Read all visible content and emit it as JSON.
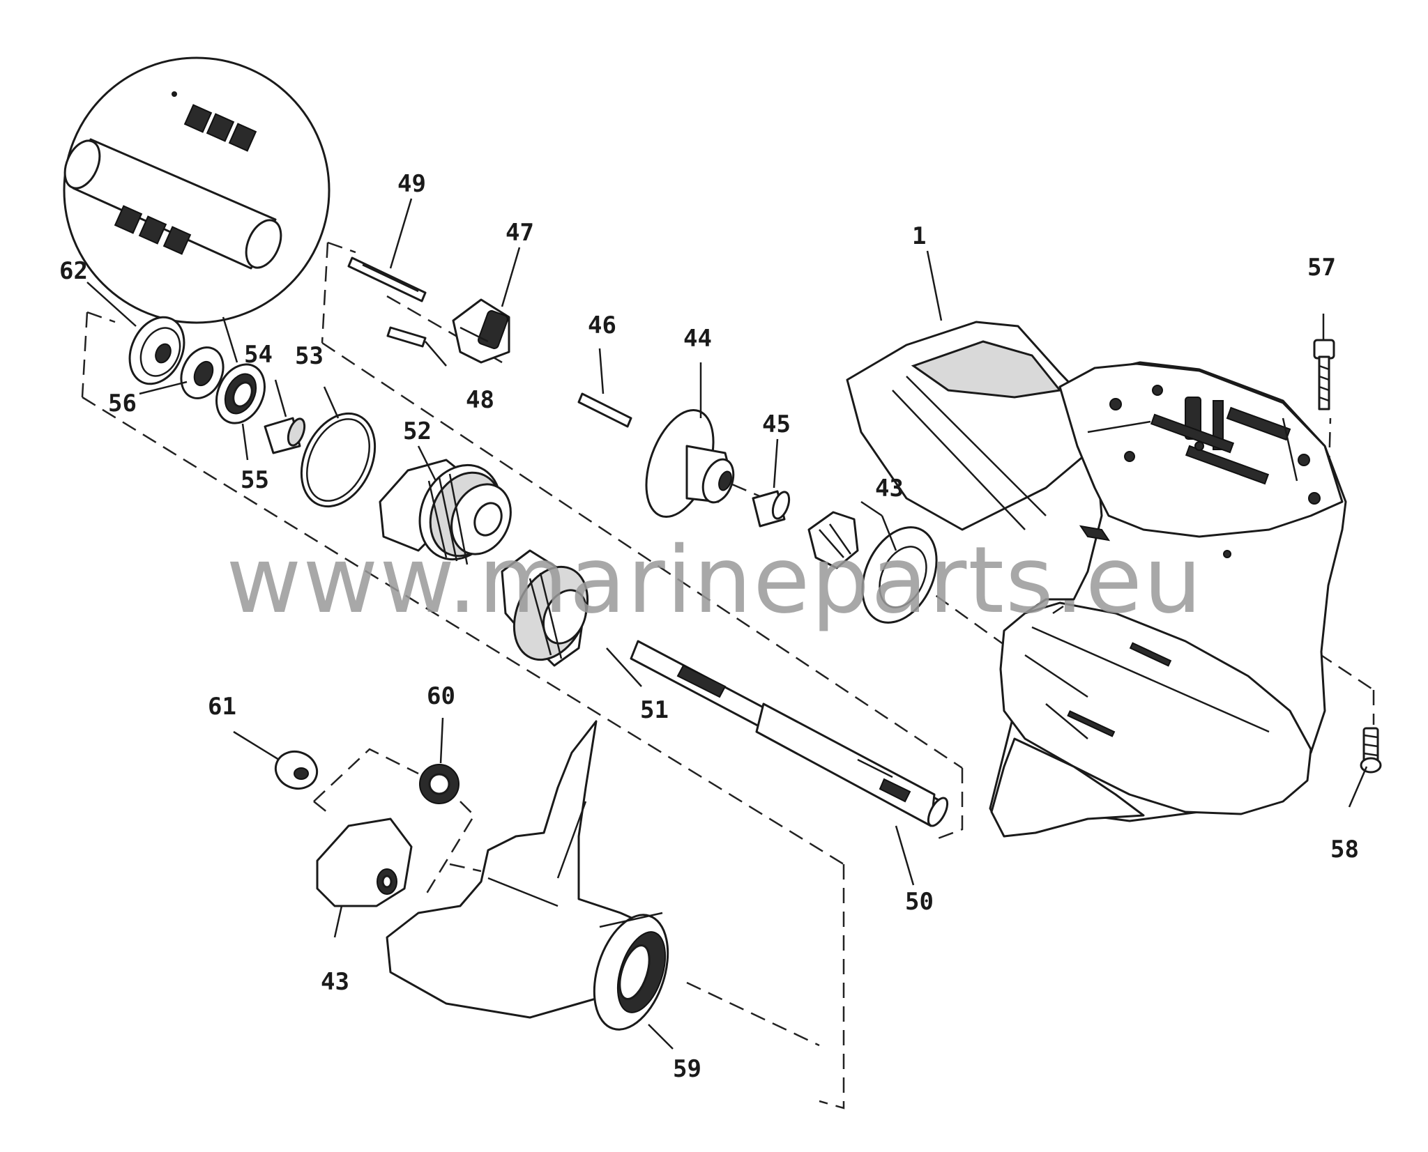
{
  "watermark": "www.marineparts.eu",
  "callouts": {
    "c1": "1",
    "c43a": "43",
    "c43b": "43",
    "c44": "44",
    "c45": "45",
    "c46": "46",
    "c47": "47",
    "c48": "48",
    "c49": "49",
    "c50": "50",
    "c51": "51",
    "c52": "52",
    "c53": "53",
    "c54": "54",
    "c55": "55",
    "c56": "56",
    "c57": "57",
    "c58": "58",
    "c59": "59",
    "c60": "60",
    "c61": "61",
    "c62": "62"
  },
  "colors": {
    "ink": "#1a1a1a",
    "watermark": "#9a9a9a",
    "background": "#ffffff"
  }
}
